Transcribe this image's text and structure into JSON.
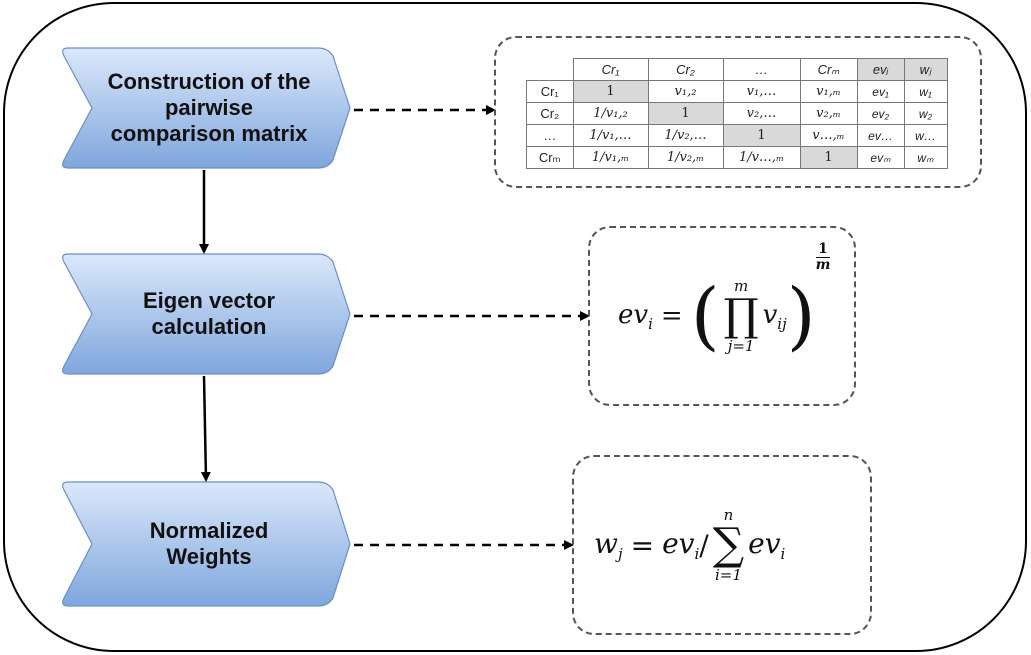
{
  "diagram": {
    "steps": [
      {
        "id": "construction",
        "label_lines": [
          "Construction of the",
          "pairwise",
          "comparison matrix"
        ]
      },
      {
        "id": "eigen",
        "label_lines": [
          "Eigen vector",
          "calculation"
        ]
      },
      {
        "id": "normalized",
        "label_lines": [
          "Normalized",
          "Weights"
        ]
      }
    ],
    "colors": {
      "step_fill_top": "#dbe8fb",
      "step_fill_bottom": "#7fa6dc",
      "step_border": "#6a8fc7",
      "arrow": "#000000",
      "dashed_border": "#555555",
      "frame": "#000000",
      "shaded_cell": "#d9d9d9"
    },
    "matrix": {
      "col_headers": [
        "Cr1",
        "Cr2",
        "...",
        "Crm",
        "evi",
        "wj"
      ],
      "col_headers_display": [
        "Cr₁",
        "Cr₂",
        "…",
        "Crₘ",
        "evᵢ",
        "wⱼ"
      ],
      "rows": [
        {
          "head": "Cr₁",
          "cells": [
            "1",
            "v₁,₂",
            "v₁,…",
            "v₁,ₘ",
            "ev₁",
            "w₁"
          ],
          "shaded_index": 0
        },
        {
          "head": "Cr₂",
          "cells": [
            "1/v₁,₂",
            "1",
            "v₂,…",
            "v₂,ₘ",
            "ev₂",
            "w₂"
          ],
          "shaded_index": 1
        },
        {
          "head": "…",
          "cells": [
            "1/v₁,…",
            "1/v₂,…",
            "1",
            "v…,ₘ",
            "ev…",
            "w…"
          ],
          "shaded_index": 2
        },
        {
          "head": "Crₘ",
          "cells": [
            "1/v₁,ₘ",
            "1/v₂,ₘ",
            "1/v…,ₘ",
            "1",
            "evₘ",
            "wₘ"
          ],
          "shaded_index": 3
        }
      ]
    },
    "formula_eigen": {
      "lhs": "ev",
      "lhs_sub": "i",
      "eq": "=",
      "operator": "∏",
      "upper": "m",
      "lower": "j=1",
      "term": "v",
      "term_sub": "ij",
      "exp_num": "1",
      "exp_den": "m",
      "text": "ev_i = ( ∏_{j=1}^{m} v_ij )^(1/m)"
    },
    "formula_weight": {
      "lhs": "w",
      "lhs_sub": "j",
      "eq": "=",
      "num": "ev",
      "num_sub": "i",
      "slash": "/",
      "operator": "∑",
      "upper": "n",
      "lower": "i=1",
      "term": "ev",
      "term_sub": "i",
      "text": "w_j = ev_i / ∑_{i=1}^{n} ev_i"
    }
  }
}
